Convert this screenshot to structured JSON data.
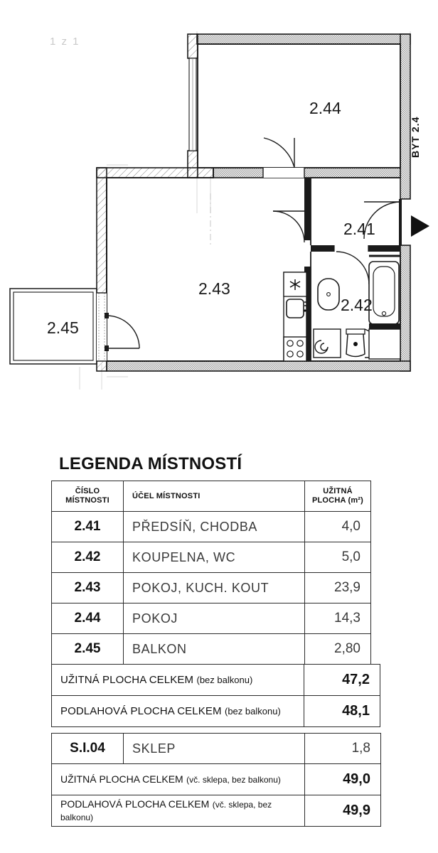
{
  "page_counter": "1 z 1",
  "plan": {
    "unit_label": "BYT 2.4",
    "rooms": [
      {
        "id": "2.44",
        "label": "2.44"
      },
      {
        "id": "2.41",
        "label": "2.41"
      },
      {
        "id": "2.42",
        "label": "2.42"
      },
      {
        "id": "2.43",
        "label": "2.43"
      },
      {
        "id": "2.45",
        "label": "2.45"
      }
    ],
    "fixtures": [
      "kitchen-hob-icon",
      "kitchen-sink-icon",
      "kitchen-appliance-icon",
      "bathroom-washbasin-icon",
      "bathtub-icon",
      "toilet-icon",
      "washing-machine-icon"
    ],
    "entrance_marker": "entrance-arrow-icon"
  },
  "legend": {
    "title": "LEGENDA MÍSTNOSTÍ",
    "headers": {
      "number_line1": "ČÍSLO",
      "number_line2": "MÍSTNOSTI",
      "purpose": "ÚČEL MÍSTNOSTI",
      "area_line1": "UŽITNÁ",
      "area_line2": "PLOCHA (m²)"
    },
    "rows": [
      {
        "number": "2.41",
        "purpose": "PŘEDSÍŇ,  CHODBA",
        "area": "4,0"
      },
      {
        "number": "2.42",
        "purpose": "KOUPELNA,  WC",
        "area": "5,0"
      },
      {
        "number": "2.43",
        "purpose": "POKOJ,  KUCH.  KOUT",
        "area": "23,9"
      },
      {
        "number": "2.44",
        "purpose": "POKOJ",
        "area": "14,3"
      },
      {
        "number": "2.45",
        "purpose": "BALKON",
        "area": "2,80"
      }
    ],
    "totals": [
      {
        "label": "UŽITNÁ PLOCHA CELKEM",
        "note": "(bez balkonu)",
        "value": "47,2"
      },
      {
        "label": "PODLAHOVÁ PLOCHA CELKEM",
        "note": "(bez balkonu)",
        "value": "48,1"
      }
    ],
    "cellar_row": {
      "number": "S.I.04",
      "purpose": "SKLEP",
      "area": "1,8"
    },
    "cellar_totals": [
      {
        "label": "UŽITNÁ PLOCHA CELKEM",
        "note": "(vč. sklepa, bez balkonu)",
        "value": "49,0"
      },
      {
        "label": "PODLAHOVÁ PLOCHA CELKEM",
        "note": "(vč. sklepa, bez balkonu)",
        "value": "49,9"
      }
    ]
  }
}
